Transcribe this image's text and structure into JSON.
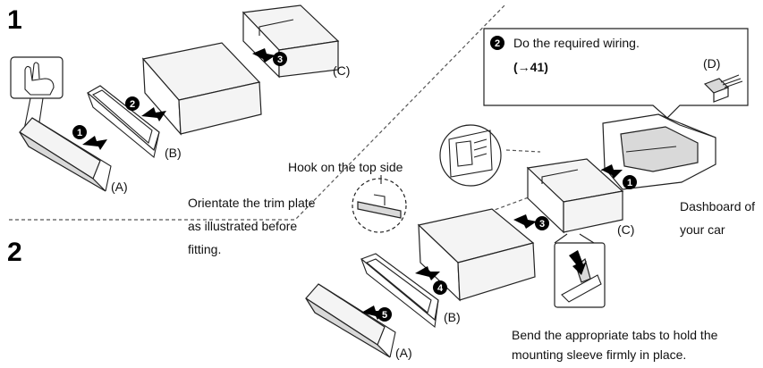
{
  "steps": {
    "one": "1",
    "two": "2"
  },
  "parts": {
    "a": "(A)",
    "b": "(B)",
    "c": "(C)",
    "d": "(D)"
  },
  "badges": {
    "b1": "1",
    "b2": "2",
    "b3": "3",
    "b4": "4",
    "b5": "5"
  },
  "wiring": {
    "text": "Do the required wiring.",
    "ref": "(→41)"
  },
  "hook_label": "Hook on the top side",
  "orientate": {
    "line1": "Orientate the trim plate",
    "line2": "as illustrated before",
    "line3": "fitting."
  },
  "dashboard": {
    "line1": "Dashboard of",
    "line2": "your car"
  },
  "bend": {
    "line1": "Bend the appropriate tabs to hold the",
    "line2": "mounting sleeve firmly in place."
  }
}
